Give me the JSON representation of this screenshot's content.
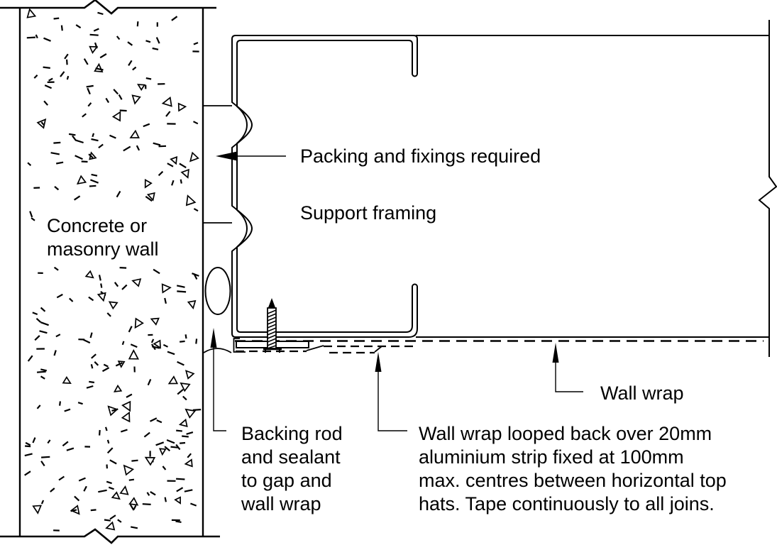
{
  "drawing": {
    "type": "construction-detail-section",
    "background_color": "#ffffff",
    "line_color": "#000000",
    "labels": {
      "concrete_wall": {
        "lines": [
          "Concrete or",
          "masonry wall"
        ]
      },
      "packing": "Packing and fixings required",
      "support_framing": "Support framing",
      "wall_wrap": "Wall wrap",
      "backing_rod": {
        "lines": [
          "Backing rod",
          "and sealant",
          "to gap and",
          "wall wrap"
        ]
      },
      "wall_wrap_looped": {
        "lines": [
          "Wall wrap looped back over 20mm",
          "aluminium strip fixed at 100mm",
          "max. centres between horizontal top",
          "hats. Tape continuously to all joins."
        ]
      }
    }
  }
}
